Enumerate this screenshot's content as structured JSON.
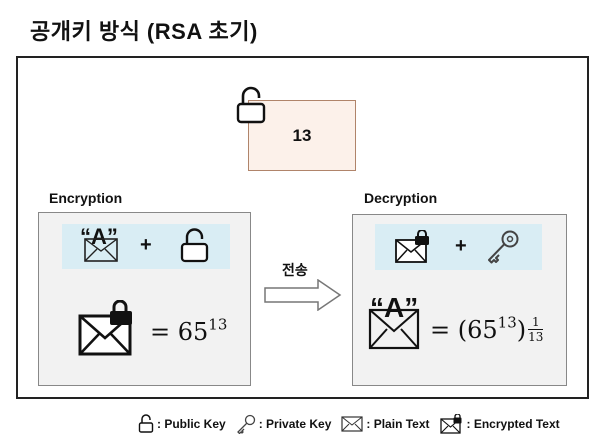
{
  "title": "공개키 방식 (RSA 초기)",
  "public_key_value": "13",
  "encryption": {
    "label": "Encryption",
    "plus": "+",
    "letter": "“A”",
    "equals": "=",
    "base": "65",
    "exponent": "13"
  },
  "transfer_label": "전송",
  "decryption": {
    "label": "Decryption",
    "plus": "+",
    "letter": "“A”",
    "equals": "=",
    "open_paren": "(",
    "base": "65",
    "inner_exponent": "13",
    "close_paren": ")",
    "frac_num": "1",
    "frac_den": "13"
  },
  "legend": [
    {
      "icon": "open-lock-icon",
      "label": ": Public Key"
    },
    {
      "icon": "key-icon",
      "label": ": Private Key"
    },
    {
      "icon": "envelope-icon",
      "label": ": Plain Text"
    },
    {
      "icon": "locked-envelope-icon",
      "label": ": Encrypted Text"
    }
  ]
}
